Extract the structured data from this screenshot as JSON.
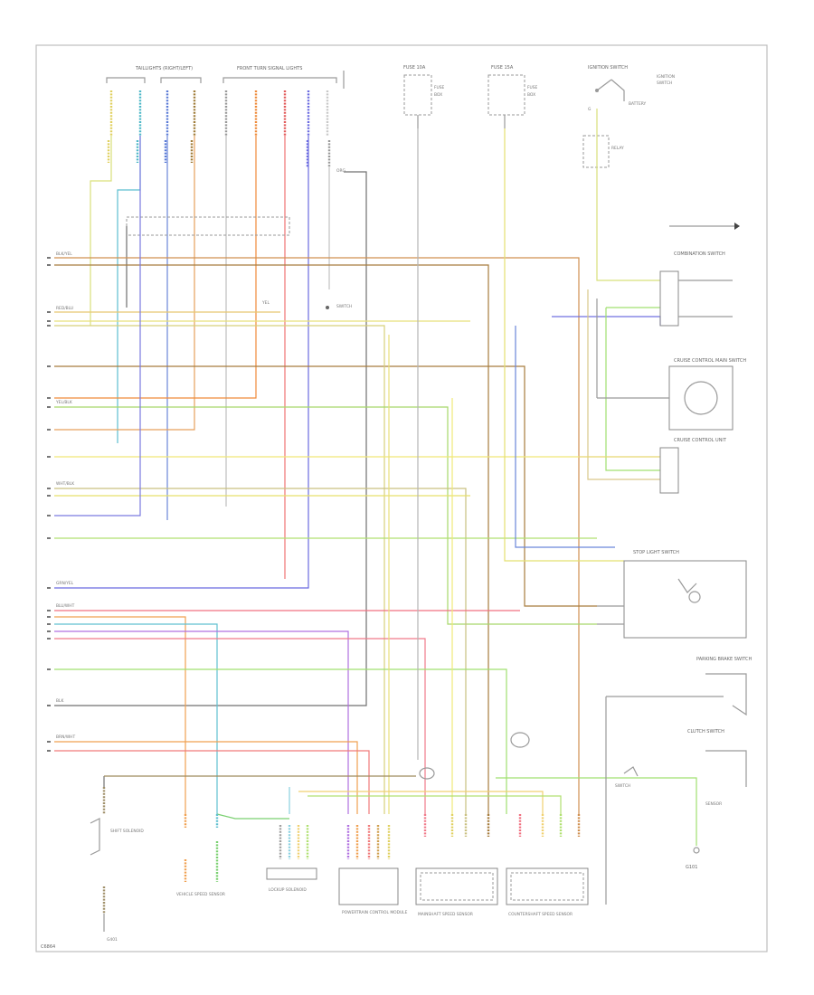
{
  "title": "",
  "page_id": "C6864",
  "top_components": {
    "tail_lights": "TAILLIGHTS (RIGHT/LEFT)",
    "turn_lights": "FRONT TURN SIGNAL LIGHTS",
    "fuse_a": "FUSE 10A",
    "fuse_b": "FUSE 15A",
    "ignition_switch": "IGNITION SWITCH"
  },
  "right_components": {
    "combination_switch": "COMBINATION SWITCH",
    "cruise_switch": "CRUISE CONTROL MAIN SWITCH",
    "cruise_unit": "CRUISE CONTROL UNIT",
    "stop_light_switch": "STOP LIGHT SWITCH",
    "parking_brake_switch": "PARKING BRAKE SWITCH",
    "clutch_switch": "CLUTCH SWITCH",
    "ground": "G101"
  },
  "bottom_components": {
    "shift_solenoid": "SHIFT SOLENOID",
    "speed_sensor": "VEHICLE SPEED SENSOR",
    "lockup_solenoid": "LOCKUP SOLENOID",
    "pcm": "POWERTRAIN CONTROL MODULE",
    "mainshaft_sensor": "MAINSHAFT SPEED SENSOR",
    "countershaft_sensor": "COUNTERSHAFT SPEED SENSOR",
    "ground": "G401"
  },
  "wire_labels": {
    "grn_yel": "GRN/YEL",
    "blk_yel": "BLK/YEL",
    "wht_blk": "WHT/BLK",
    "yel_blk": "YEL/BLK",
    "blu_wht": "BLU/WHT",
    "red_blu": "RED/BLU",
    "brn_wht": "BRN/WHT",
    "blk": "BLK",
    "yel": "YEL",
    "org": "ORG"
  }
}
